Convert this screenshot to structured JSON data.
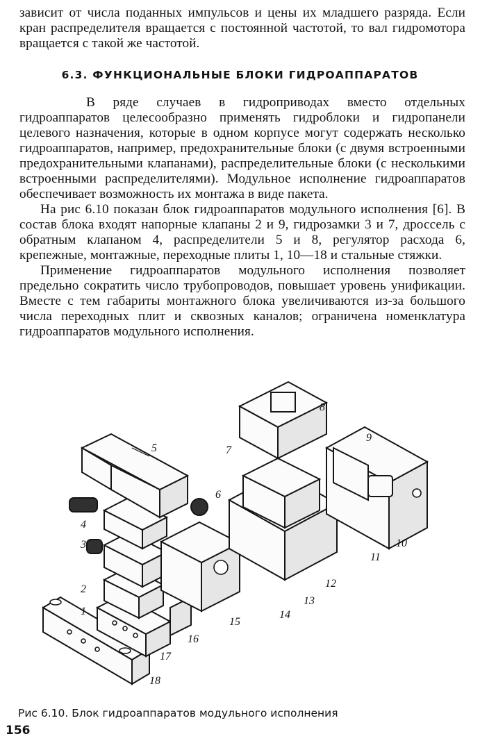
{
  "intro_paragraph": "зависит от числа поданных импульсов и цены их младшего разряда. Если кран распределителя вращается с постоянной частотой, то вал гидромотора вращается с такой же частотой.",
  "section_heading": "6.3. ФУНКЦИОНАЛЬНЫЕ БЛОКИ ГИДРОАППАРАТОВ",
  "paragraph_1": "В ряде случаев в гидроприводах вместо отдельных гидроаппаратов целесообразно применять гидроблоки и гидропанели целевого назначения, которые в одном корпусе могут содержать несколько гидроаппаратов, например, предохранительные блоки (с двумя встроенными предохранительными клапанами), распределительные блоки (с несколькими встроенными распределителями). Модульное исполнение гидроаппаратов обеспечивает возможность их монтажа в виде пакета.",
  "paragraph_2": "На рис 6.10 показан блок гидроаппаратов модульного исполнения [6]. В состав блока входят напорные клапаны 2 и 9, гидрозамки 3 и 7, дроссель с обратным клапаном 4, распределители 5 и 8, регулятор расхода 6, крепежные, монтажные, переходные плиты 1, 10—18 и стальные стяжки.",
  "paragraph_3": "Применение гидроаппаратов модульного исполнения позволяет предельно сократить число трубопроводов, повышает уровень унификации. Вместе с тем габариты монтажного блока увеличиваются из-за большого числа переходных плит и сквозных каналов; ограничена номенклатура гидроаппаратов модульного исполнения.",
  "figure": {
    "labels": {
      "l1": "1",
      "l2": "2",
      "l3": "3",
      "l4": "4",
      "l5": "5",
      "l6": "6",
      "l7": "7",
      "l8": "8",
      "l9": "9",
      "l10": "10",
      "l11": "11",
      "l12": "12",
      "l13": "13",
      "l14": "14",
      "l15": "15",
      "l16": "16",
      "l17": "17",
      "l18": "18"
    }
  },
  "caption": "Рис 6.10. Блок гидроаппаратов модульного исполнения",
  "page_number": "156"
}
